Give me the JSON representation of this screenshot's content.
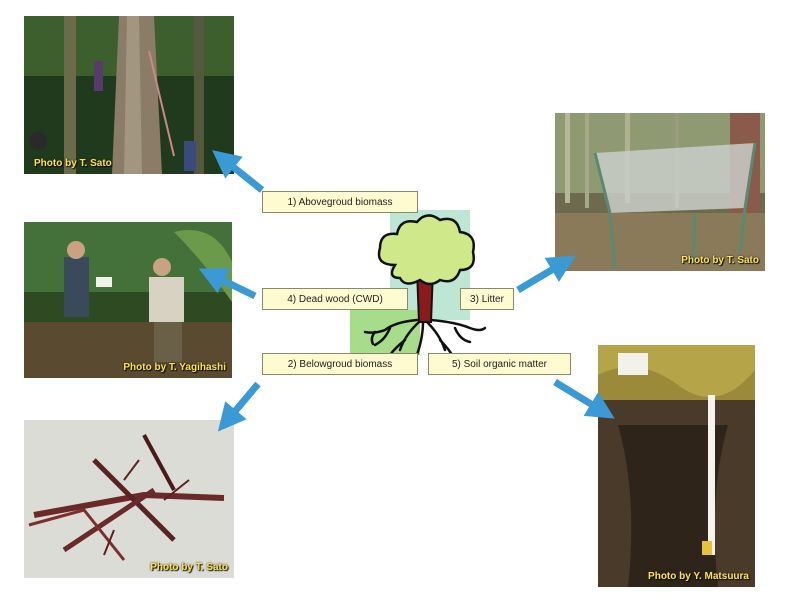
{
  "labels": {
    "aboveground": "1) Abovegroud biomass",
    "belowground": "2) Belowgroud biomass",
    "litter": "3) Litter",
    "dead_wood": "4) Dead wood (CWD)",
    "soil": "5) Soil organic matter"
  },
  "credits": {
    "aboveground": "Photo by T. Sato",
    "dead_wood": "Photo by T. Yagihashi",
    "belowground": "Photo by T. Sato",
    "litter": "Photo by T. Sato",
    "soil": "Photo by Y. Matsuura"
  },
  "colors": {
    "arrow": "#3a9ad6",
    "label_bg": "#fffbd0",
    "credit_text": "#ffe24a",
    "tree_canopy": "#cfe88a",
    "tree_trunk": "#8b1a1a",
    "tree_bg_teal": "#bde6d4",
    "tree_bg_green": "#a6dc8a"
  }
}
